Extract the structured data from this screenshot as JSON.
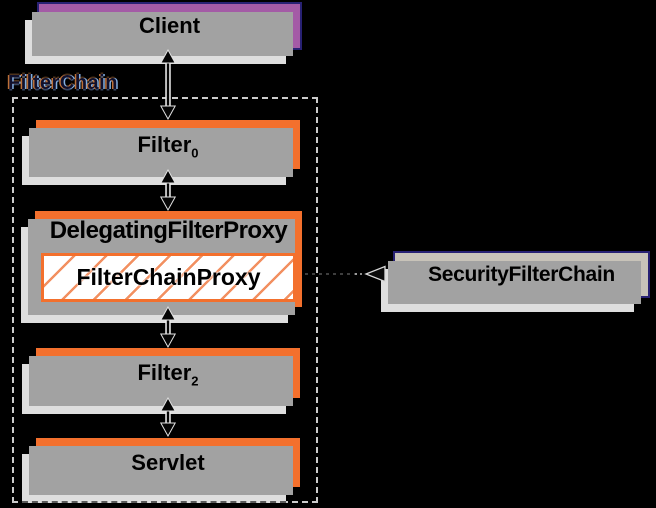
{
  "boundary": {
    "label": "FilterChain"
  },
  "nodes": {
    "client": {
      "label": "Client",
      "fill": "#a45ba6",
      "border": "#282173"
    },
    "filter0": {
      "label": "Filter",
      "sub": "0",
      "fill": "#f3702d"
    },
    "delegating_filter_proxy": {
      "label": "DelegatingFilterProxy",
      "fill": "#f3702d"
    },
    "filter_chain_proxy": {
      "label": "FilterChainProxy",
      "fill": "#ffffff",
      "hatch": "#f29061",
      "border": "#f3702d"
    },
    "filter2": {
      "label": "Filter",
      "sub": "2",
      "fill": "#f3702d"
    },
    "servlet": {
      "label": "Servlet",
      "fill": "#f3702d"
    },
    "security_filter_chain": {
      "label": "SecurityFilterChain",
      "fill": "#c8c3b9",
      "border": "#282173"
    }
  },
  "connections": [
    {
      "from": "client",
      "to": "filter0",
      "style": "solid",
      "direction": "both"
    },
    {
      "from": "filter0",
      "to": "delegating_filter_proxy",
      "style": "solid",
      "direction": "both"
    },
    {
      "from": "delegating_filter_proxy",
      "to": "filter2",
      "style": "solid",
      "direction": "both"
    },
    {
      "from": "filter2",
      "to": "servlet",
      "style": "solid",
      "direction": "both"
    },
    {
      "from": "security_filter_chain",
      "to": "filter_chain_proxy",
      "style": "dotted",
      "direction": "left"
    }
  ],
  "colors": {
    "background": "#000000",
    "shadow_near": "#a2a2a2",
    "shadow_far": "#dedede",
    "arrow": "#000000",
    "arrow_casing": "#ececec",
    "boundary_dash": "#cbcbcb"
  }
}
